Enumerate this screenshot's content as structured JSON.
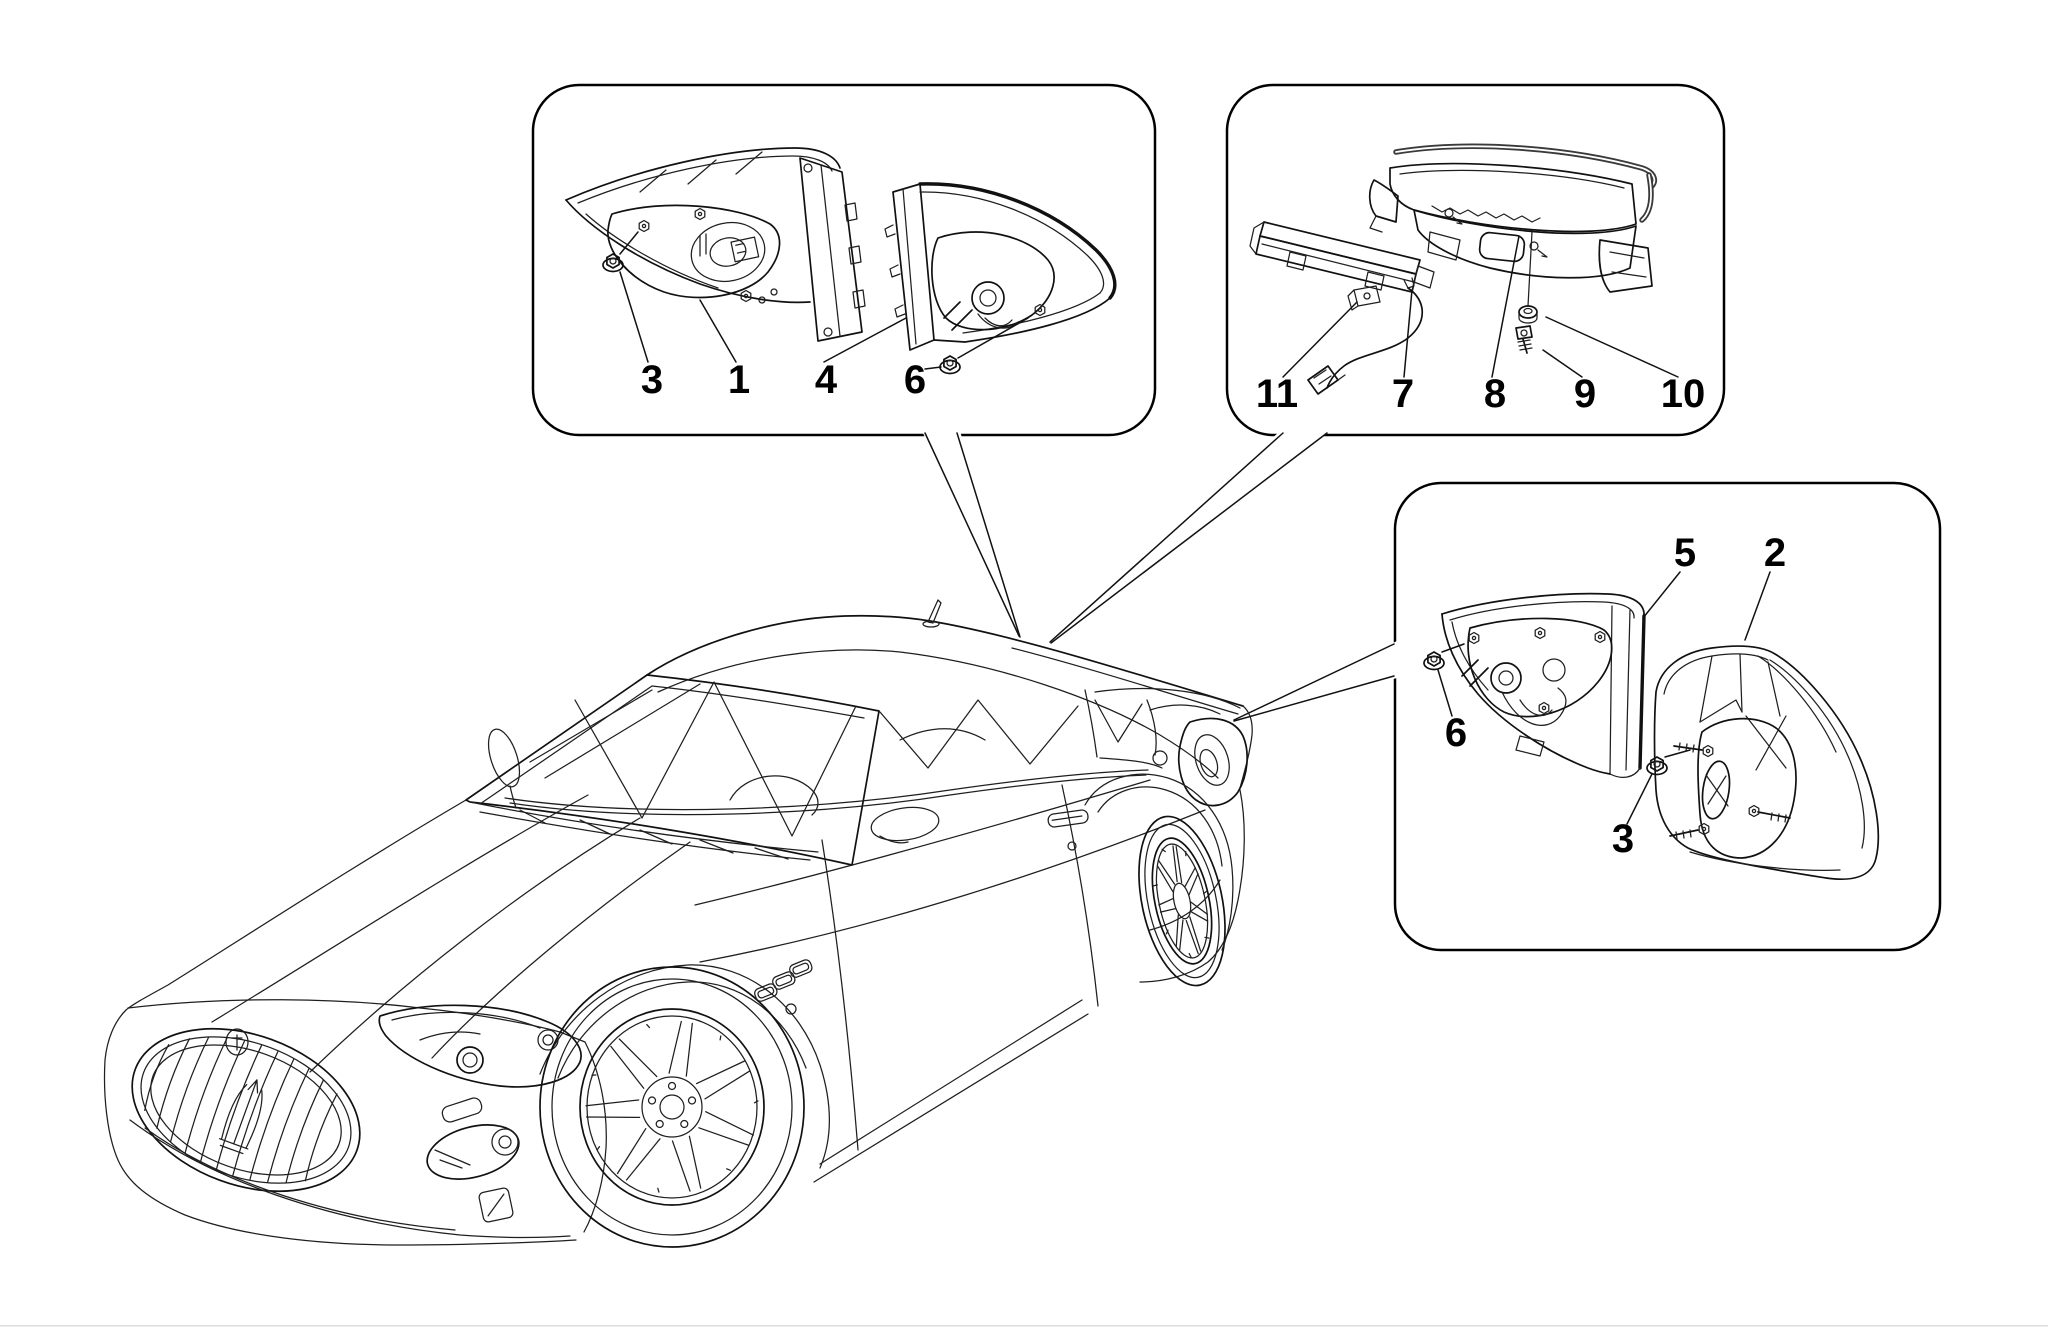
{
  "figure": {
    "kind": "vehicle-exploded-parts-diagram",
    "background_color": "#ffffff",
    "line_color": "#1a1a1a",
    "panels": [
      {
        "name": "rear-light-cluster-pair-upper",
        "callouts": [
          {
            "label": "3"
          },
          {
            "label": "1"
          },
          {
            "label": "4"
          },
          {
            "label": "6"
          }
        ]
      },
      {
        "name": "third-brake-light-and-trim-panel",
        "callouts": [
          {
            "label": "11"
          },
          {
            "label": "7"
          },
          {
            "label": "8"
          },
          {
            "label": "9"
          },
          {
            "label": "10"
          }
        ]
      },
      {
        "name": "rear-light-cluster-pair-lower",
        "callouts": [
          {
            "label": "5"
          },
          {
            "label": "2"
          },
          {
            "label": "6"
          },
          {
            "label": "3"
          }
        ]
      }
    ]
  }
}
